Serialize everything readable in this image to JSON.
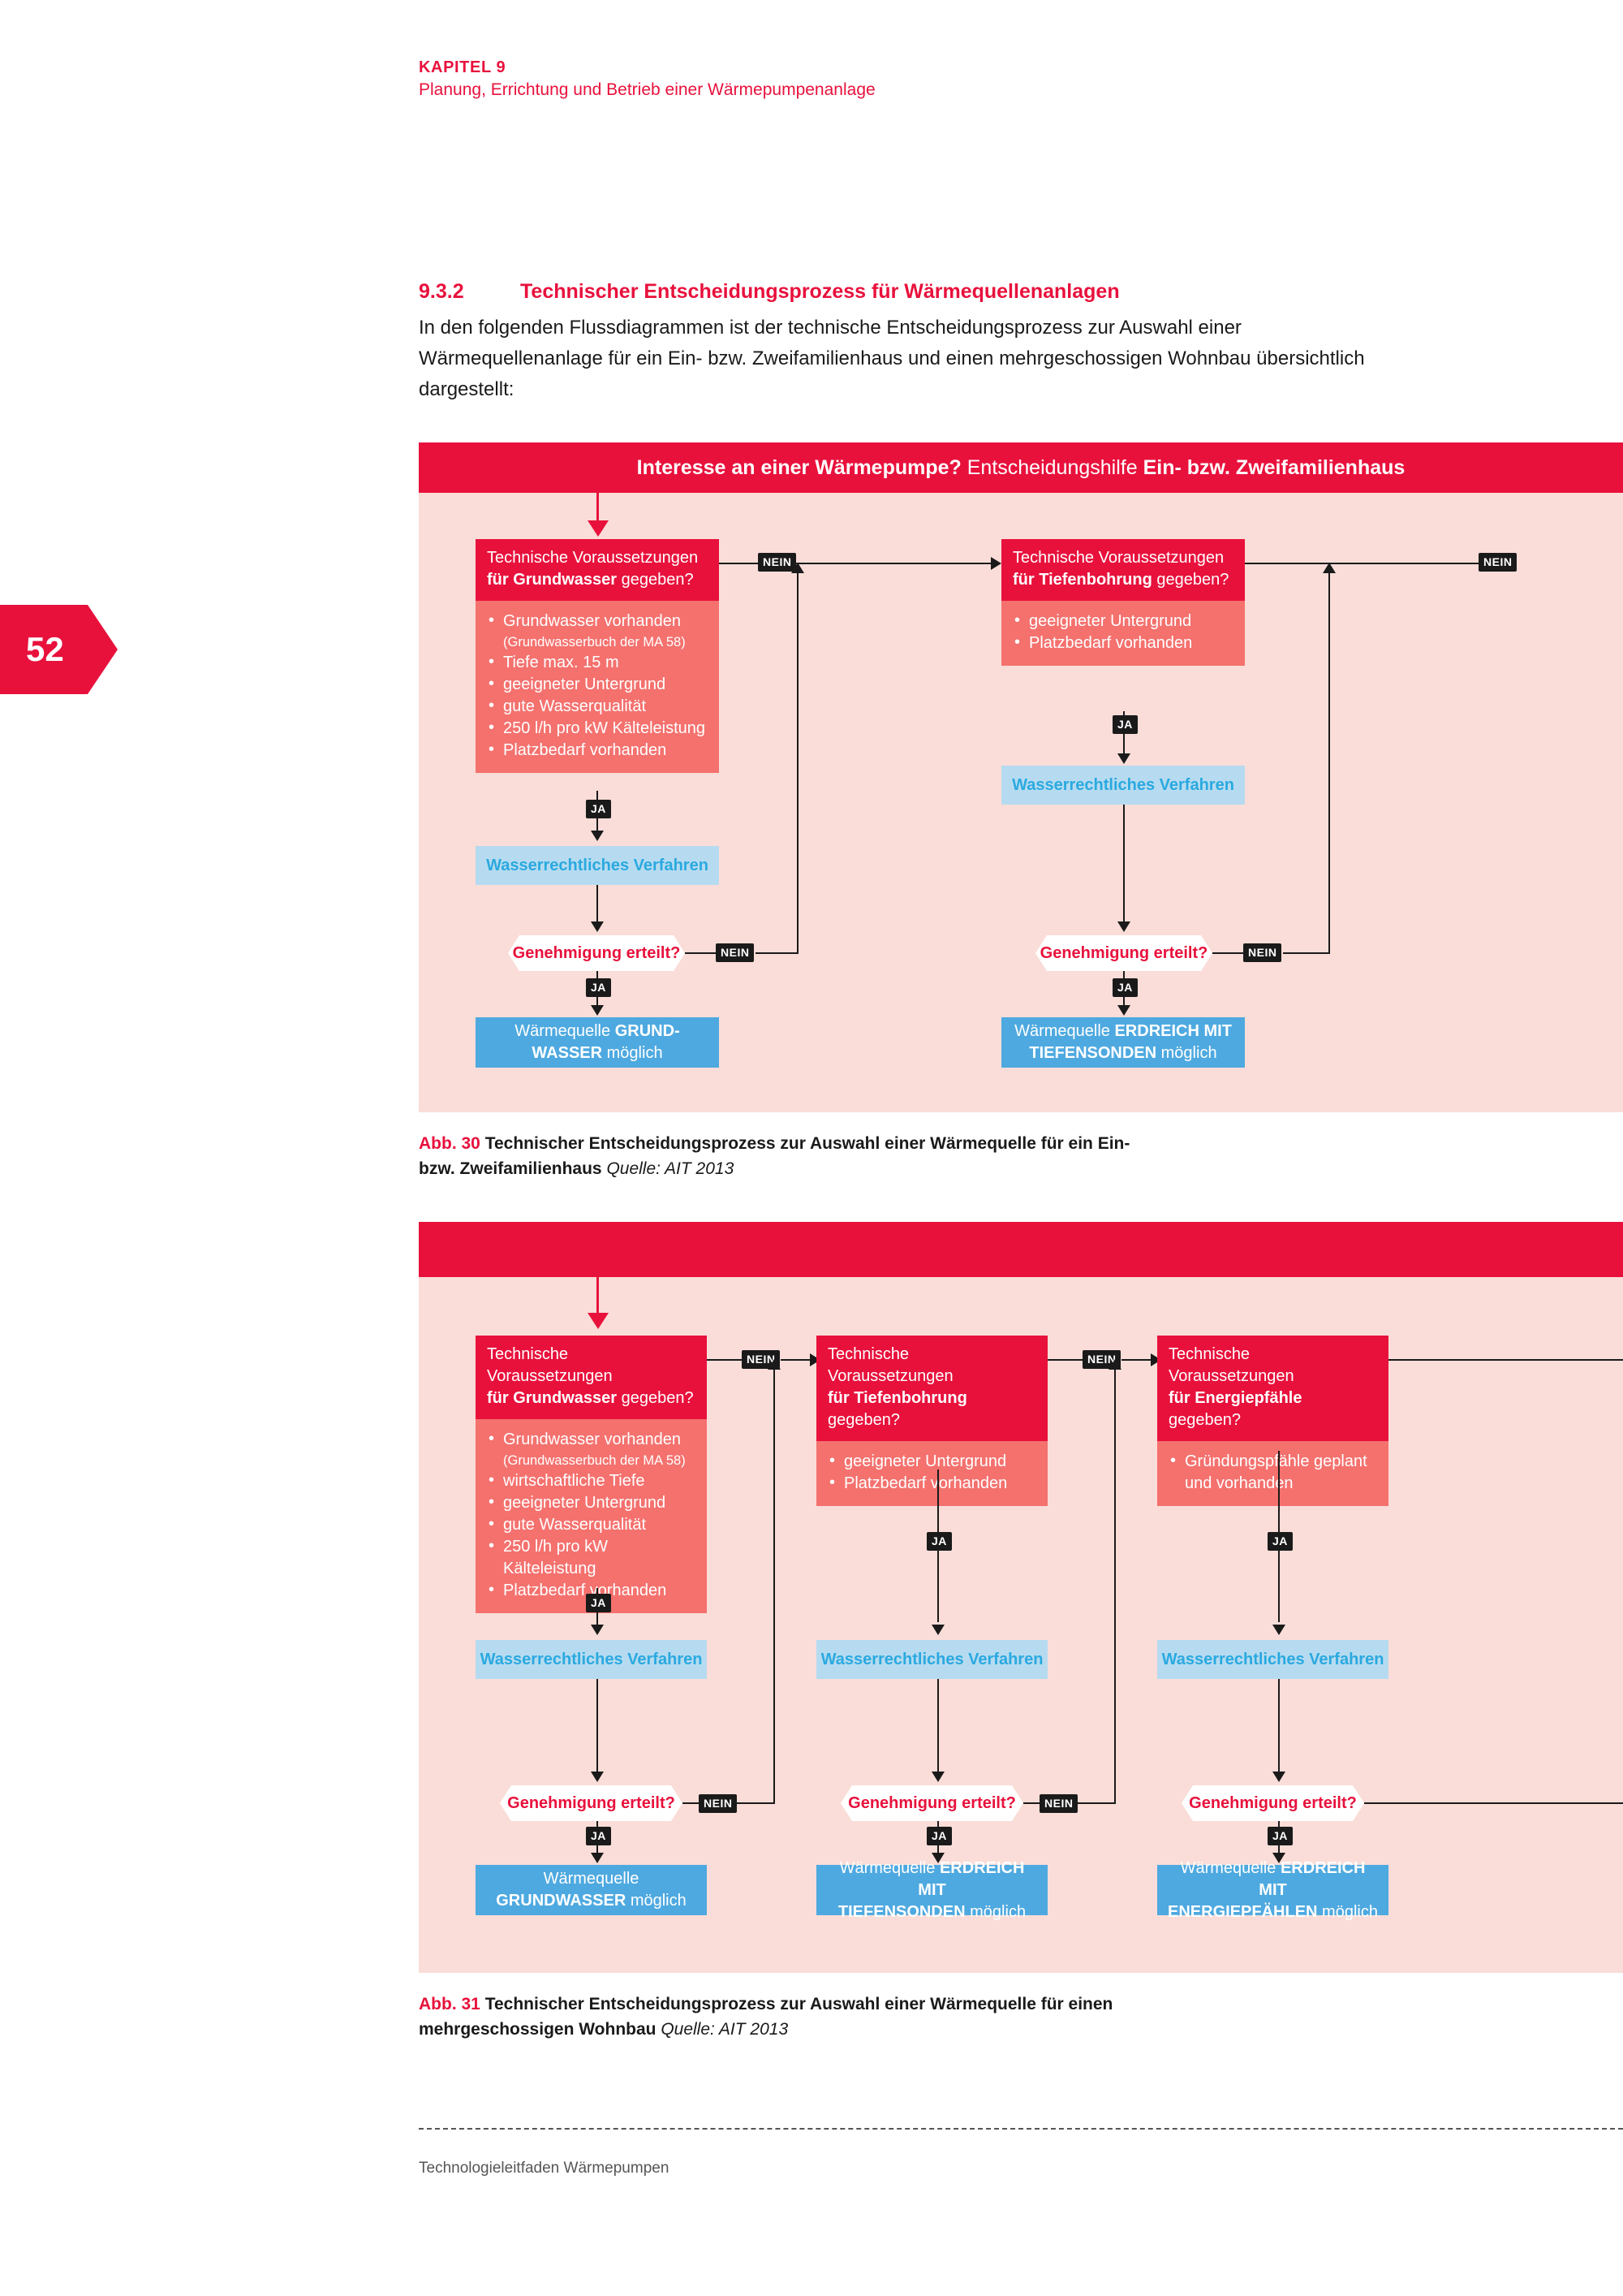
{
  "runninghead": {
    "chapter": "KAPITEL 9",
    "subtitle": "Planung, Errichtung und Betrieb einer Wärmepumpenanlage"
  },
  "page_number": "52",
  "section": {
    "number": "9.3.2",
    "title": "Technischer Entscheidungsprozess für Wärmequellenanlagen",
    "intro": "In den folgenden Flussdiagrammen ist der technische Entscheidungsprozess zur Auswahl einer Wärmequellenanlage für ein Ein- bzw. Zweifamilienhaus und einen mehrgeschossigen Wohnbau übersichtlich dargestellt:"
  },
  "figure1": {
    "banner": {
      "lead": "Interesse an einer Wärmepumpe?",
      "mid": " Entscheidungshilfe ",
      "emph": "Ein- bzw. Zweifamilienhaus"
    },
    "left": {
      "question_head_normal1": "Technische Voraussetzungen",
      "question_head_bold": "für Grundwasser",
      "question_head_normal2": " gegeben?",
      "bullets": [
        "Grundwasser vorhanden",
        "(Grundwasserbuch der MA 58)",
        "Tiefe max. 15 m",
        "geeigneter Untergrund",
        "gute Wasserqualität",
        "250 l/h pro kW Kälteleistung",
        "Platzbedarf vorhanden"
      ],
      "process": "Wasserrechtliches Verfahren",
      "decision": "Genehmigung erteilt?",
      "result_normal1": "Wärmequelle ",
      "result_bold": "GRUND-WASSER",
      "result_line1_normal": "Wärmequelle ",
      "result_line1_bold": "GRUND-",
      "result_line2_bold": "WASSER",
      "result_line2_normal": " möglich"
    },
    "right": {
      "question_head_normal1": "Technische Voraussetzungen",
      "question_head_bold": "für Tiefenbohrung",
      "question_head_normal2": " gegeben?",
      "bullets": [
        "geeigneter Untergrund",
        "Platzbedarf vorhanden"
      ],
      "process": "Wasserrechtliches Verfahren",
      "decision": "Genehmigung erteilt?",
      "result_line1_normal": "Wärmequelle ",
      "result_line1_bold": "ERDREICH MIT",
      "result_line2_bold": "TIEFENSONDEN",
      "result_line2_normal": " möglich"
    },
    "labels": {
      "yes": "JA",
      "no": "NEIN"
    }
  },
  "figure2": {
    "banner": {
      "text": ""
    },
    "col1": {
      "question_head_normal1": "Technische Voraussetzungen",
      "question_head_bold": "für Grundwasser",
      "question_head_normal2": " gegeben?",
      "bullets": [
        "Grundwasser vorhanden",
        "(Grundwasserbuch der MA 58)",
        "wirtschaftliche Tiefe",
        "geeigneter Untergrund",
        "gute Wasserqualität",
        "250 l/h pro kW Kälteleistung",
        "Platzbedarf vorhanden"
      ],
      "process": "Wasserrechtliches Verfahren",
      "decision": "Genehmigung erteilt?",
      "result_line1_normal": "Wärmequelle",
      "result_line2_bold": "GRUNDWASSER",
      "result_line2_normal": " möglich"
    },
    "col2": {
      "question_head_normal1": "Technische Voraussetzungen",
      "question_head_bold": "für Tiefenbohrung",
      "question_head_normal2": " gegeben?",
      "bullets": [
        "geeigneter Untergrund",
        "Platzbedarf vorhanden"
      ],
      "process": "Wasserrechtliches Verfahren",
      "decision": "Genehmigung erteilt?",
      "result_line1_normal": "Wärmequelle ",
      "result_line1_bold": "ERDREICH MIT",
      "result_line2_bold": "TIEFENSONDEN",
      "result_line2_normal": " möglich"
    },
    "col3": {
      "question_head_normal1": "Technische Voraussetzungen",
      "question_head_bold": "für Energiepfähle",
      "question_head_normal2": " gegeben?",
      "bullets": [
        "Gründungspfähle geplant und vorhanden"
      ],
      "process": "Wasserrechtliches Verfahren",
      "decision": "Genehmigung erteilt?",
      "result_line1_normal": "Wärmequelle ",
      "result_line1_bold": "ERDREICH MIT",
      "result_line2_bold": "ENERGIEPFÄHLEN",
      "result_line2_normal": " möglich"
    },
    "labels": {
      "yes": "JA",
      "no": "NEIN"
    }
  },
  "caption1": {
    "abb": "Abb. 30",
    "text": " Technischer Entscheidungsprozess zur Auswahl einer Wärmequelle für ein Ein- bzw. Zweifamilienhaus ",
    "source": "Quelle: AIT 2013"
  },
  "caption2": {
    "abb": "Abb. 31",
    "text": " Technischer Entscheidungsprozess zur Auswahl einer Wärmequelle für einen mehrgeschossigen Wohnbau ",
    "source": "Quelle: AIT 2013"
  },
  "footer": {
    "text": "Technologieleitfaden Wärmepumpen"
  },
  "colors": {
    "brand_red": "#E8113C",
    "light_red_fill": "#F4716E",
    "figure_bg": "#FADDD8",
    "light_blue": "#B6DBF0",
    "blue_text": "#2AA9E0",
    "result_blue": "#4EA9E0"
  }
}
